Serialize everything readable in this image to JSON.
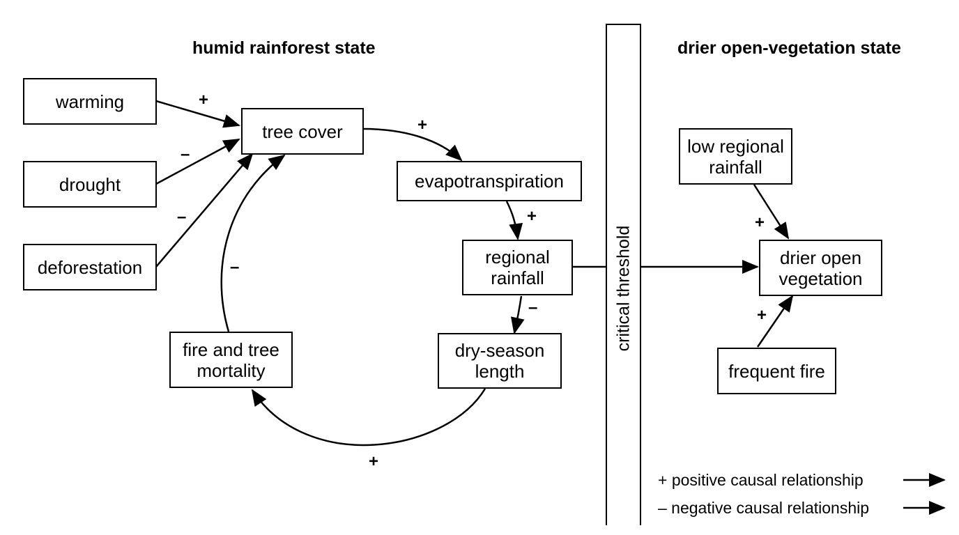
{
  "headings": {
    "left": "humid rainforest state",
    "right": "drier open-vegetation state"
  },
  "nodes": {
    "warming": "warming",
    "drought": "drought",
    "deforestation": "deforestation",
    "tree_cover": "tree cover",
    "evapotranspiration": "evapotranspiration",
    "regional_rainfall": "regional rainfall",
    "dry_season_length": "dry-season length",
    "fire_mortality": "fire and tree mortality",
    "low_regional_rainfall": "low regional rainfall",
    "drier_open_vegetation": "drier open vegetation",
    "frequent_fire": "frequent fire"
  },
  "threshold_label": "critical threshold",
  "signs": {
    "warming_to_tree": "+",
    "drought_to_tree": "–",
    "deforestation_to_tree": "–",
    "tree_to_evapo": "+",
    "evapo_to_rainfall": "+",
    "rainfall_to_dryseason": "–",
    "dryseason_to_fire": "+",
    "fire_to_tree": "–",
    "lowrain_to_drier": "+",
    "fire_to_drier": "+"
  },
  "legend": {
    "positive": "+ positive causal relationship",
    "negative": "– negative causal relationship"
  }
}
